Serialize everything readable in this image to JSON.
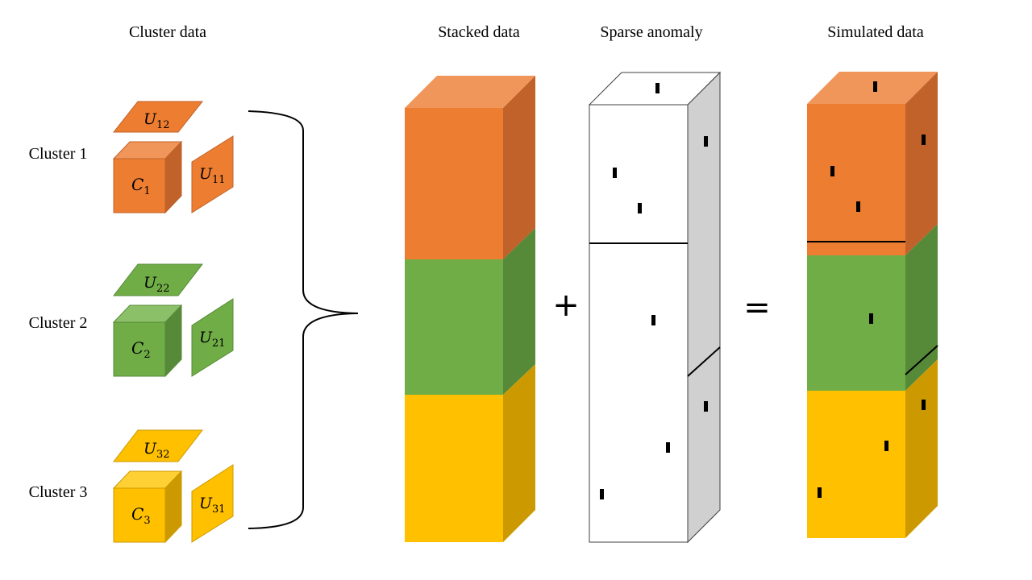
{
  "headings": {
    "cluster_data": "Cluster data",
    "stacked_data": "Stacked data",
    "sparse_anomaly": "Sparse anomaly",
    "simulated_data": "Simulated data"
  },
  "clusters": [
    {
      "label": "Cluster 1",
      "core": "C",
      "core_sub": "1",
      "u_top": "U",
      "u_top_sub": "12",
      "u_side": "U",
      "u_side_sub": "11",
      "color": "#ED7D31"
    },
    {
      "label": "Cluster 2",
      "core": "C",
      "core_sub": "2",
      "u_top": "U",
      "u_top_sub": "22",
      "u_side": "U",
      "u_side_sub": "21",
      "color": "#70AD47"
    },
    {
      "label": "Cluster 3",
      "core": "C",
      "core_sub": "3",
      "u_top": "U",
      "u_top_sub": "32",
      "u_side": "U",
      "u_side_sub": "31",
      "color": "#FFC000"
    }
  ],
  "operators": {
    "plus": "+",
    "equals": "="
  },
  "colors": {
    "orange_front": "#ED7D31",
    "orange_top": "#F0965A",
    "orange_side": "#C0622A",
    "green_front": "#70AD47",
    "green_top": "#8CC068",
    "green_side": "#568A38",
    "yellow_front": "#FFC000",
    "yellow_top": "#FFCC33",
    "yellow_side": "#CC9A00",
    "white_side": "#D0D0D0",
    "outline": "#404040"
  }
}
